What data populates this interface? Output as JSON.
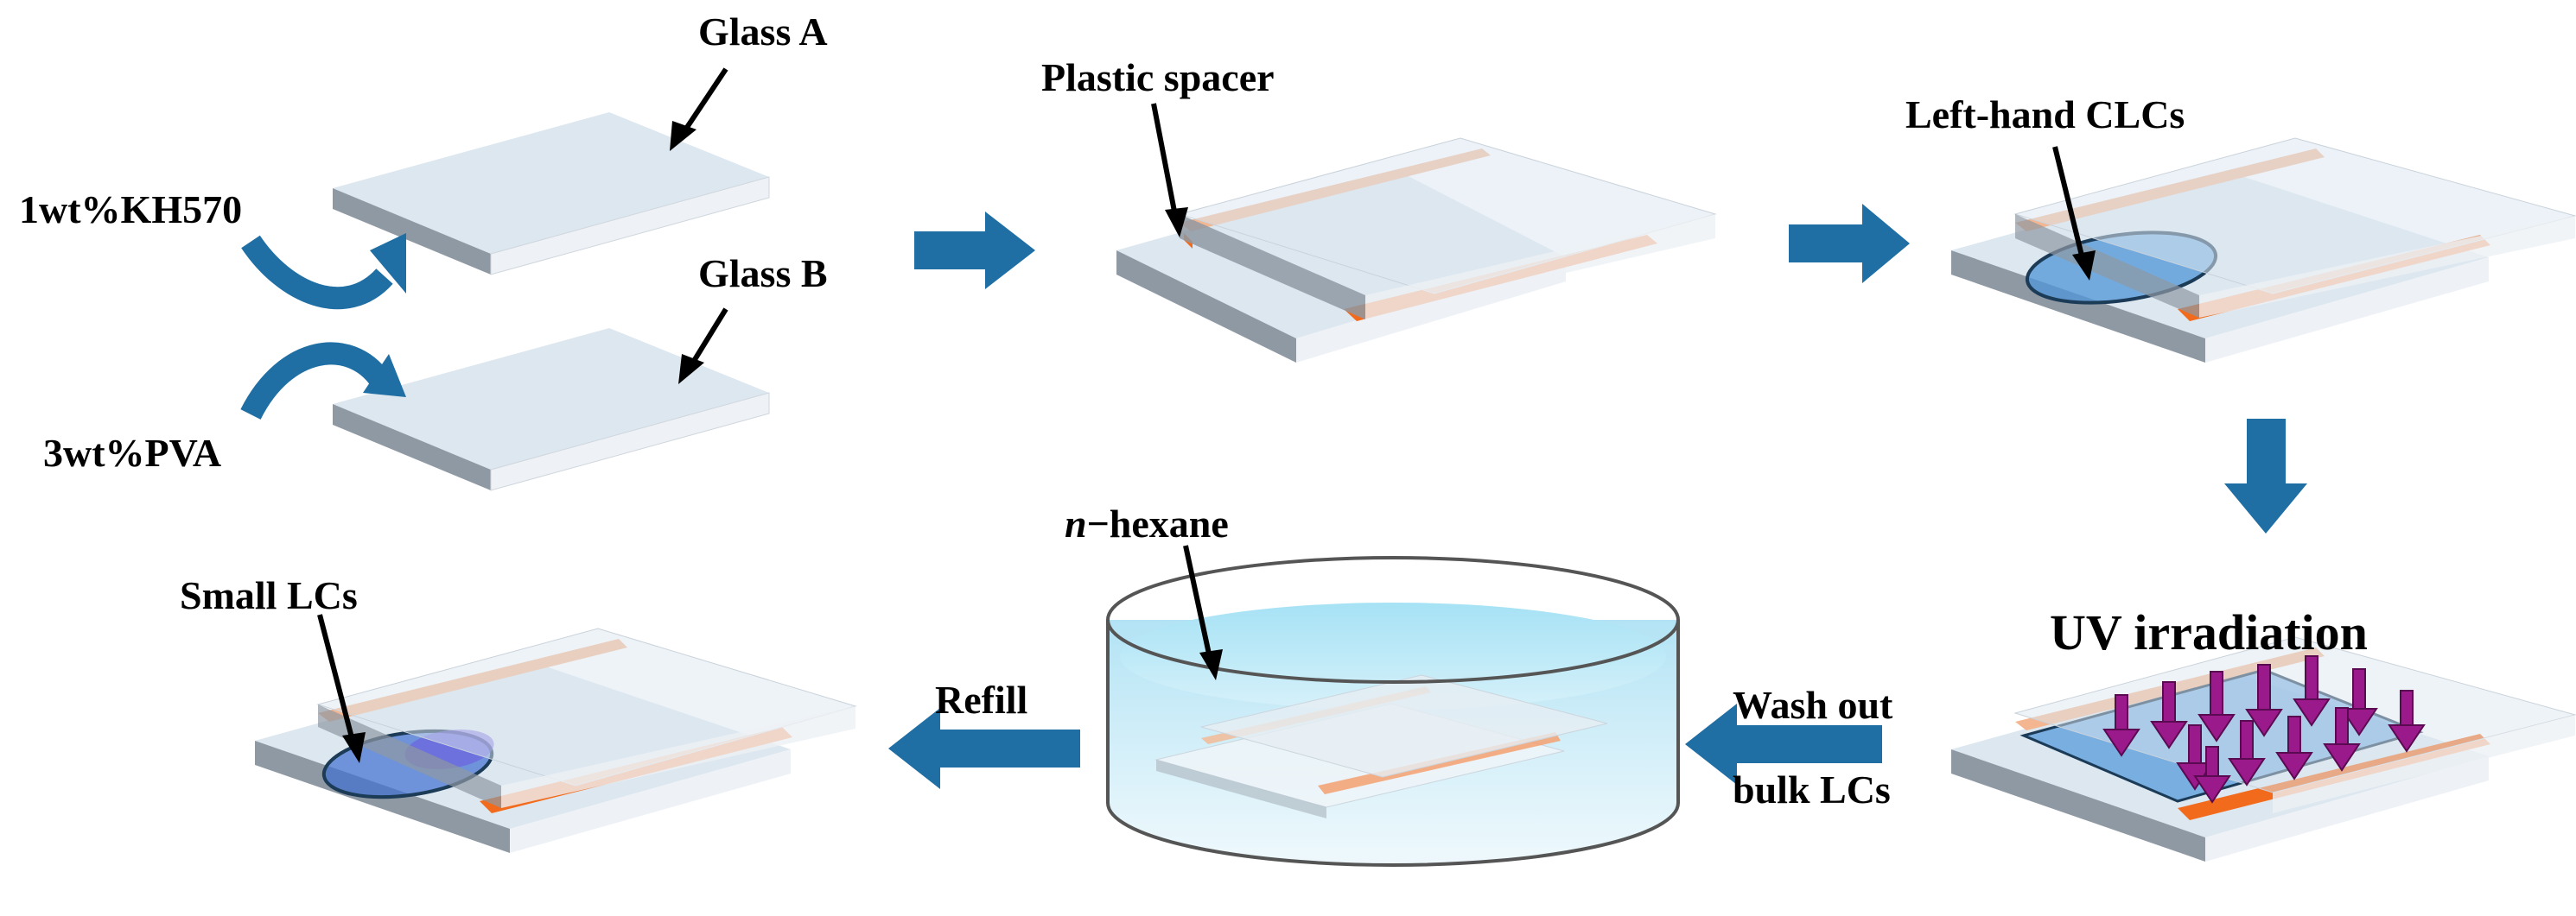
{
  "labels": {
    "glass_a": "Glass A",
    "glass_b": "Glass B",
    "kh570": "1wt%KH570",
    "pva": "3wt%PVA",
    "plastic_spacer": "Plastic spacer",
    "left_hand_clcs": "Left-hand CLCs",
    "uv_irradiation": "UV irradiation",
    "wash_out_line1": "Wash out",
    "wash_out_line2": "bulk LCs",
    "n_hexane_italic": "n",
    "n_hexane_rest": "−hexane",
    "refill": "Refill",
    "small_lcs": "Small LCs"
  },
  "colors": {
    "glass_top": "#dde7f0",
    "glass_side": "#eef1f5",
    "glass_edge_dark": "#8f99a3",
    "spacer_orange": "#f26b1d",
    "spacer_light": "#f4b690",
    "arrow_blue": "#1f6fa4",
    "lc_blue": "#4f95d8",
    "uv_magenta": "#9b1a8b",
    "water_blue": "#7fd0ef"
  }
}
